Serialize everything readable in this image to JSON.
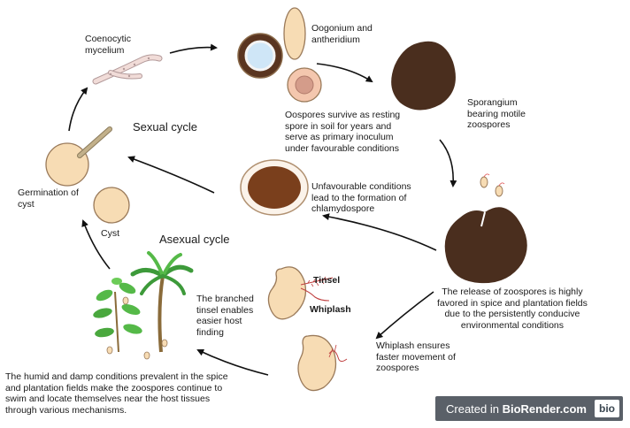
{
  "labels": {
    "coenocytic": "Coenocytic\nmycelium",
    "oogonium": "Oogonium and\nantheridium",
    "oospores": "Oospores survive as resting\nspore in soil for years and\nserve as primary inoculum\nunder favourable conditions",
    "sporangium": "Sporangium\nbearing motile\nzoospores",
    "unfavourable": "Unfavourable conditions\nlead to the formation of\nchlamydospore",
    "germination": "Germination of\ncyst",
    "cyst": "Cyst",
    "release": "The release of zoospores is highly\nfavored in spice and plantation fields\ndue to the persistently conducive\nenvironmental conditions",
    "branched": "The branched\ntinsel enables\neasier host\nfinding",
    "whiplash_ensures": "Whiplash ensures\nfaster movement of\nzoospores",
    "humid": "The humid and damp conditions prevalent in the spice\nand plantation fields make the zoospores continue to\nswim and locate themselves near the host tissues\nthrough various mechanisms.",
    "tinsel": "Tinsel",
    "whiplash": "Whiplash"
  },
  "cycles": {
    "sexual": "Sexual cycle",
    "asexual": "Asexual cycle"
  },
  "credit": {
    "prefix": "Created in ",
    "brand": "BioRender.com",
    "badge": "bio"
  },
  "colors": {
    "cream": "#f7dcb4",
    "outline": "#9a7a5a",
    "brown": "#4a2e1e",
    "chlamy": "#7a3f1c",
    "mycelium": "#f1dcd8",
    "leaf": "#55b948",
    "stem": "#8a6b3a"
  }
}
